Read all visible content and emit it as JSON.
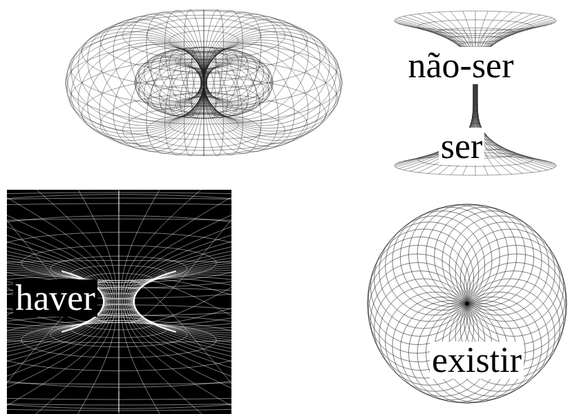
{
  "diagram": {
    "labels": [
      "não-ser",
      "ser",
      "haver",
      "existir"
    ]
  }
}
